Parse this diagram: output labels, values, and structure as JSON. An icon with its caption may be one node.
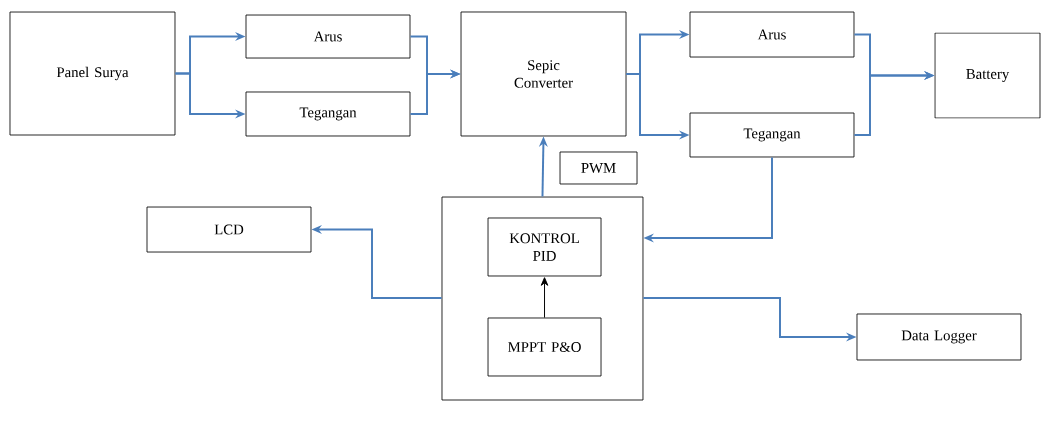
{
  "diagram": {
    "nodes": [
      {
        "text": [
          "Panel Surya"
        ]
      },
      {
        "text": [
          "Arus"
        ]
      },
      {
        "text": [
          "Tegangan"
        ]
      },
      {
        "text": [
          "Sepic Converter"
        ]
      },
      {
        "text": [
          "Arus"
        ]
      },
      {
        "text": [
          "Tegangan"
        ]
      },
      {
        "text": [
          "Battery"
        ]
      },
      {
        "text": [
          "PWM"
        ]
      },
      {
        "text": [
          "LCD"
        ]
      },
      {
        "text": [],
        "shape": "box"
      },
      {
        "text": [
          "KONTROL PID"
        ],
        "in": 9
      },
      {
        "text": [
          "MPPT P&O"
        ],
        "in": 9
      },
      {
        "text": [
          "Data Logger"
        ]
      }
    ],
    "edges": [
      {
        "from": 0,
        "to": 1,
        "arrow": "to"
      },
      {
        "from": 0,
        "to": 2,
        "arrow": "to"
      },
      {
        "from": 1,
        "to": 3,
        "arrow": "to"
      },
      {
        "from": 2,
        "to": 3,
        "arrow": "to"
      },
      {
        "from": 3,
        "to": 4,
        "arrow": "to"
      },
      {
        "from": 3,
        "to": 5,
        "arrow": "to"
      },
      {
        "from": 4,
        "to": 6,
        "arrow": "to"
      },
      {
        "from": 5,
        "to": 6,
        "arrow": "to"
      },
      {
        "from": 5,
        "to": 9,
        "arrow": "to"
      },
      {
        "from": 9,
        "to": 3,
        "arrow": "to"
      },
      {
        "from": 9,
        "to": 8,
        "arrow": "to"
      },
      {
        "from": 11,
        "to": 10,
        "arrow": "to",
        "color": "#000000"
      },
      {
        "from": 9,
        "to": 12,
        "arrow": "to"
      }
    ]
  }
}
